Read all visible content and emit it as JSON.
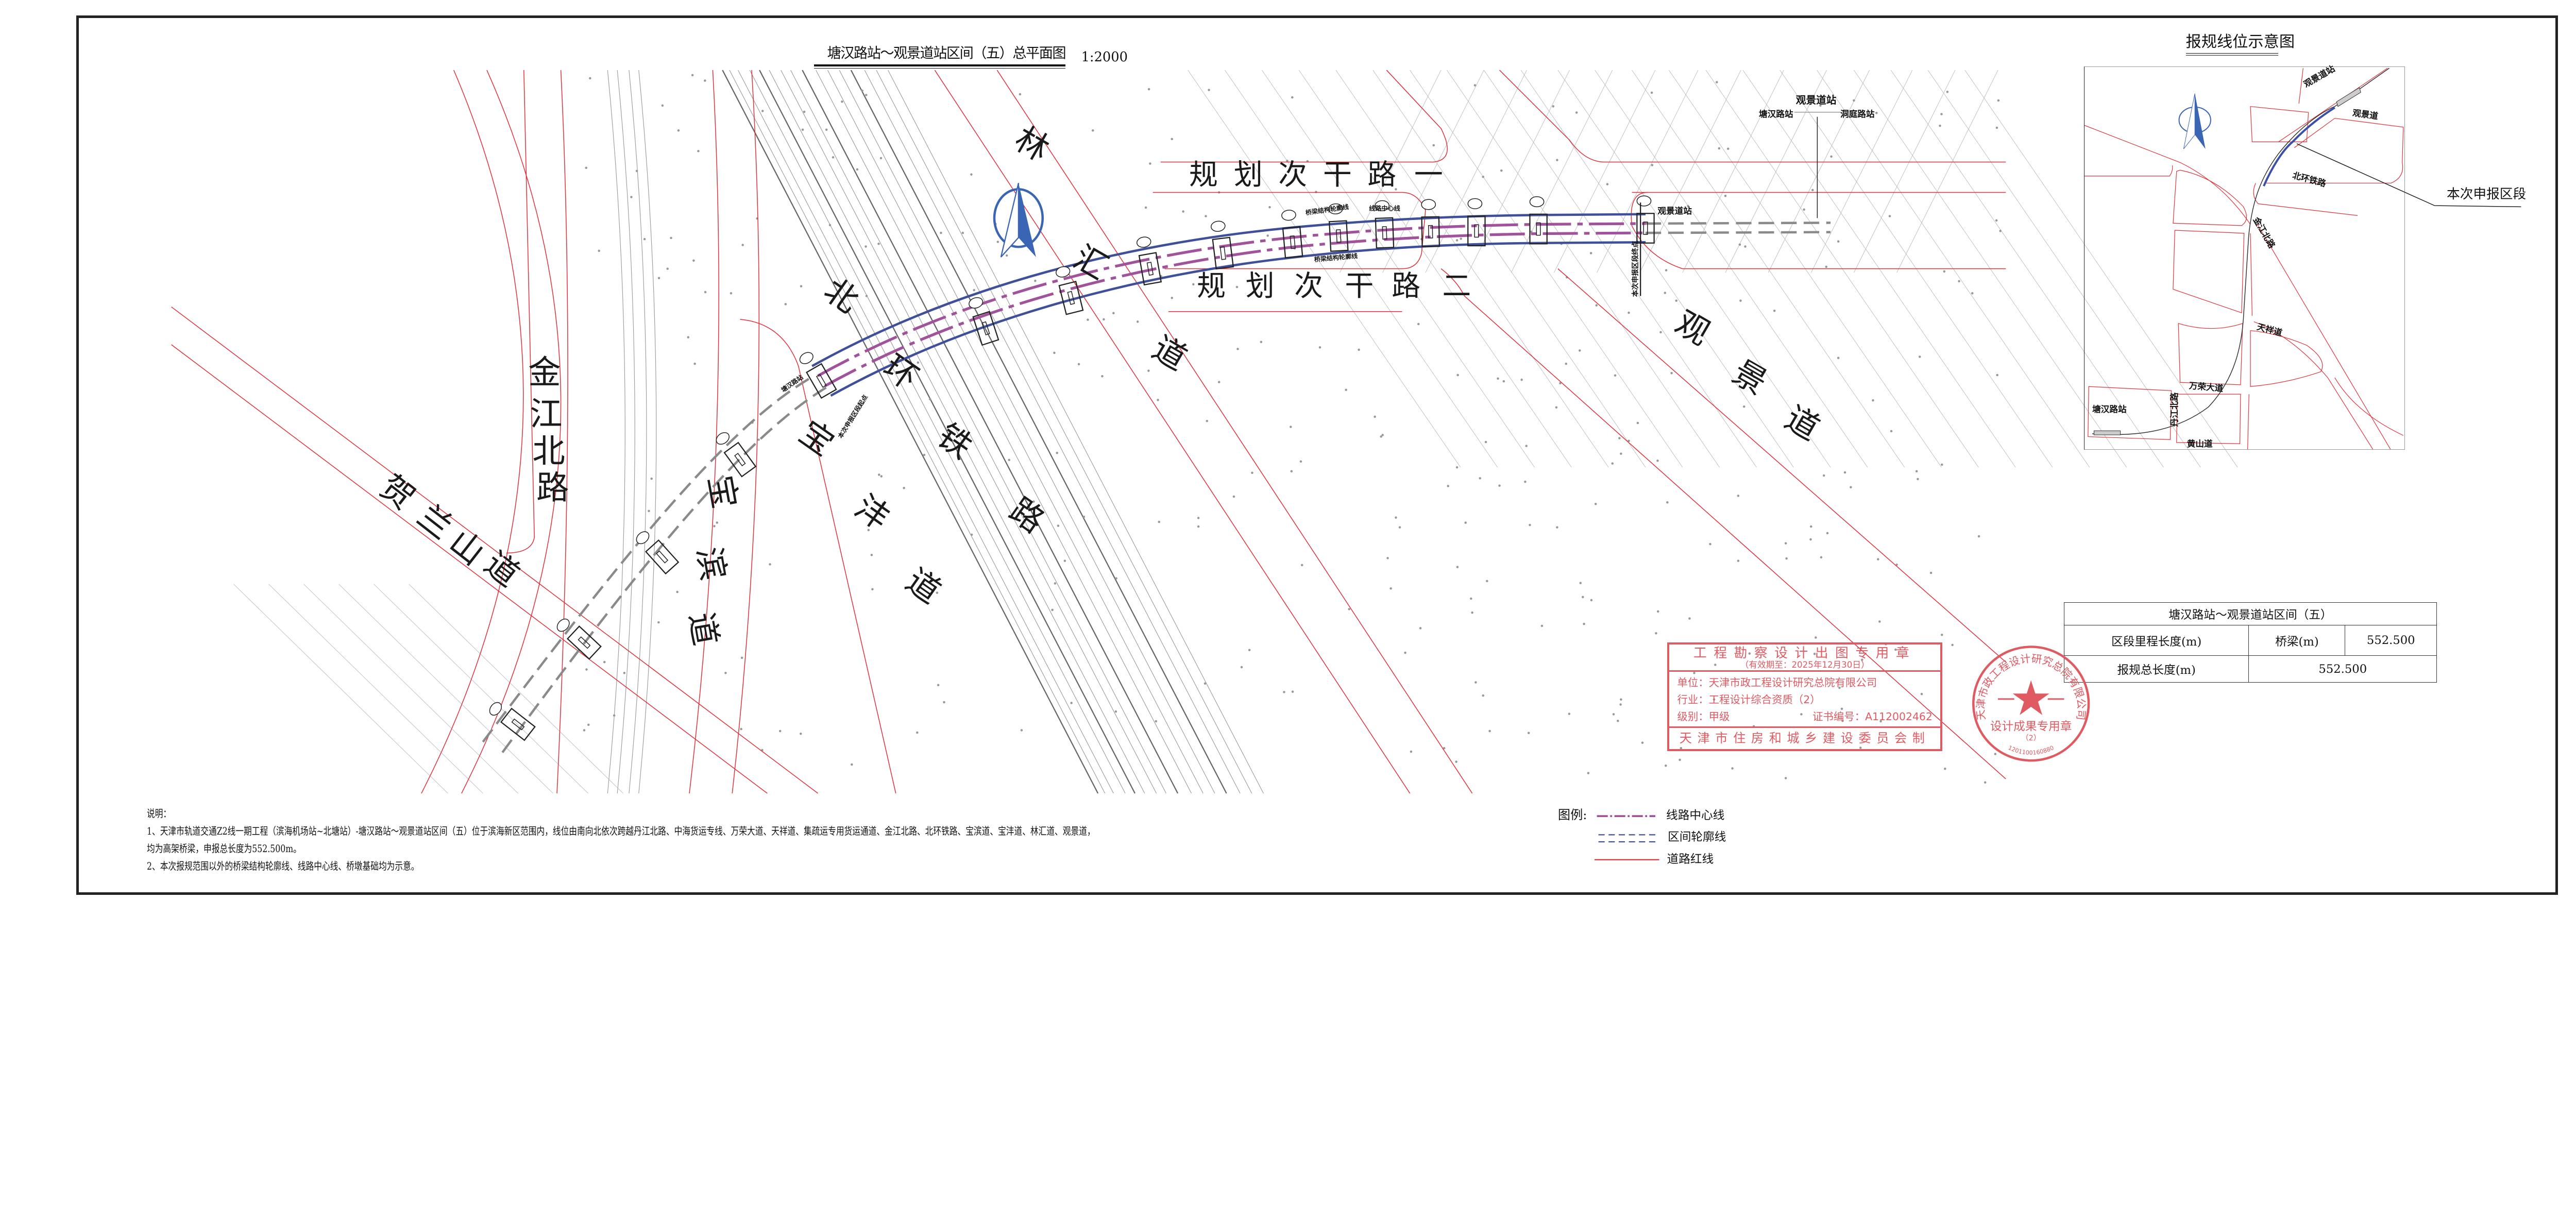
{
  "title": {
    "main": "塘汉路站～观景道站区间（五）总平面图",
    "scale": "1:2000"
  },
  "road_labels": {
    "linhui": [
      "林",
      "汇",
      "道"
    ],
    "planned_secondary_1": [
      "规",
      "划",
      "次",
      "干",
      "路",
      "一"
    ],
    "planned_secondary_2": [
      "规",
      "划",
      "次",
      "干",
      "路",
      "二"
    ],
    "guanjing": [
      "观",
      "景",
      "道"
    ],
    "beihuan_railway": [
      "北",
      "环",
      "铁",
      "路"
    ],
    "baofeng": [
      "宝",
      "沣",
      "道"
    ],
    "baobin": [
      "宝",
      "滨",
      "道"
    ],
    "jinjiang_north": [
      "金",
      "江",
      "北",
      "路"
    ],
    "helanshan": [
      "贺",
      "兰",
      "山",
      "道"
    ]
  },
  "map_annotations": {
    "station_guanjing": "观景道站",
    "station_tanghan_top": "塘汉路站",
    "station_dongting": "洞庭路站",
    "station_guanjing_near": "观景道站",
    "station_tanghan_near": "塘汉路站",
    "bridge_outline_1": "桥梁结构轮廓线",
    "bridge_outline_2": "桥梁结构轮廓线",
    "centerline_callout": "线路中心线",
    "section_end": "本次申报区段终点",
    "section_start": "本次申报区段起点"
  },
  "inset": {
    "title": "报规线位示意图",
    "callout": "本次申报区段",
    "labels": {
      "guanjing_station": "观景道站",
      "guanjing_road": "观景道",
      "beihuan_railway": "北环铁路",
      "jinjiang_north": "金江北路",
      "tianxiang": "天祥道",
      "wanrong": "万荣大道",
      "tanghan_station": "塘汉路站",
      "danjiang_north": "丹江北路",
      "huangshan": "黄山道"
    }
  },
  "table": {
    "title": "塘汉路站～观景道站区间（五）",
    "row1": {
      "label": "区段里程长度(m)",
      "type": "桥梁(m)",
      "value": "552.500"
    },
    "row2": {
      "label": "报规总长度(m)",
      "value": "552.500"
    }
  },
  "stamps": {
    "rect": {
      "heading": "工程勘察设计出图专用章",
      "validity": "（有效期至：2025年12月30日）",
      "unit": "单位：天津市政工程设计研究总院有限公司",
      "industry": "行业：工程设计综合资质（2）",
      "grade": "级别：甲级",
      "cert": "证书编号：A112002462",
      "issuer": "天津市住房和城乡建设委员会制"
    },
    "round": {
      "company": "天津市政工程设计研究总院有限公司",
      "purpose": "设计成果专用章",
      "grade": "（2）",
      "code": "1201100160880"
    }
  },
  "notes": {
    "heading": "说明：",
    "line1": "1、天津市轨道交通Z2线一期工程（滨海机场站~北塘站）-塘汉路站～观景道站区间（五）位于滨海新区范围内，线位由南向北依次跨越丹江北路、中海货运专线、万荣大道、天祥道、集疏运专用货运通道、金江北路、北环铁路、宝滨道、宝沣道、林汇道、观景道，",
    "line2": "均为高架桥梁，申报总长度为552.500m。",
    "line3": "2、本次报规范围以外的桥梁结构轮廓线、线路中心线、桥墩基础均为示意。"
  },
  "legend": {
    "heading": "图例:",
    "items": [
      "线路中心线",
      "区间轮廓线",
      "道路红线"
    ]
  },
  "colors": {
    "centerline": "#a0529a",
    "outline": "#3f4f9a",
    "road_red_line": "#e0303a",
    "stamp": "#e05a62",
    "north_arrow": "#3a64b4",
    "highlight_segment": "#3a4fa8"
  }
}
